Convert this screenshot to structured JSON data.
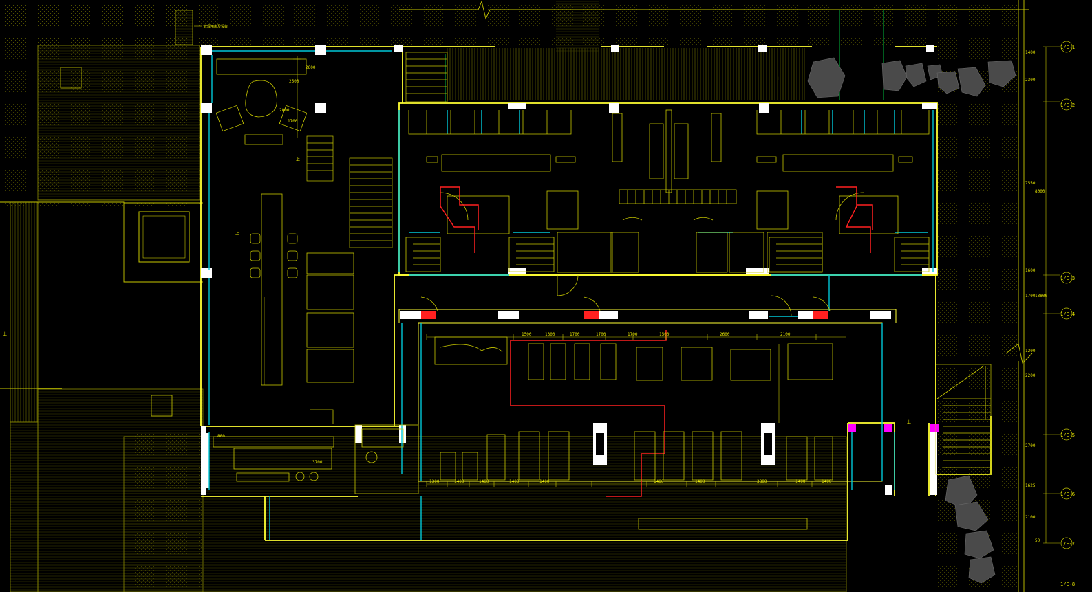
{
  "drawing": {
    "colors": {
      "background": "#000000",
      "wall": "#ffff33",
      "fixture": "#c8c800",
      "glass": "#00c8d8",
      "fire": "#ff2020",
      "green": "#00cc44",
      "hatch": "#8a8a00",
      "white": "#ffffff",
      "stone": "#4a4a4a",
      "magenta": "#ff00ff"
    },
    "note_label": "管理用房及设备",
    "stair_marks": [
      "上",
      "上",
      "上",
      "上",
      "上"
    ],
    "room_dims": [
      "2000",
      "2600",
      "1700",
      "2500",
      "3700",
      "800"
    ],
    "row_dims_upper": [
      "1500",
      "1300",
      "1700",
      "1700",
      "1700",
      "1500",
      "2600",
      "2100"
    ],
    "row_dims_lower": [
      "1300",
      "1400",
      "1400",
      "1400",
      "1400",
      "1400",
      "1400",
      "3800",
      "1400",
      "1400"
    ],
    "right_dims": [
      "1400",
      "2300",
      "7550",
      "8000",
      "1700",
      "13800",
      "1600",
      "2200",
      "1200",
      "2700",
      "1625",
      "2100",
      "50"
    ],
    "axis_labels": [
      "1/E-1",
      "1/E-2",
      "1/E-3",
      "1/E-4",
      "1/E-5",
      "1/E-6",
      "1/E-7",
      "1/E-8"
    ]
  }
}
